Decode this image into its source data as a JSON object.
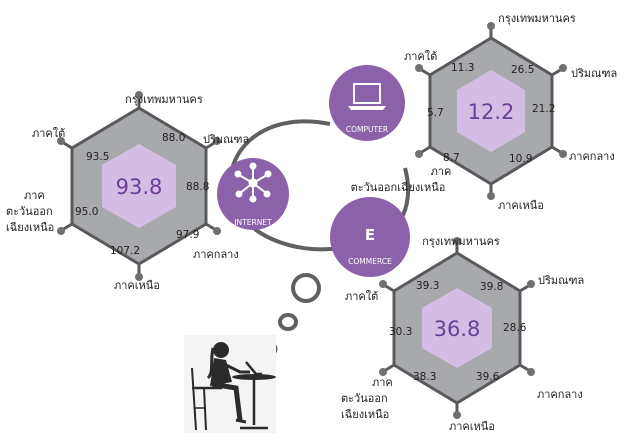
{
  "colors": {
    "hex_fill": "#a7a9ac",
    "hex_stroke": "#58595b",
    "inner_fill": "#d3bde4",
    "accent_text": "#6a3f96",
    "node_fill": "#8b62a9",
    "cloud_stroke": "#5f6062",
    "dot": "#707070"
  },
  "nodes": {
    "internet": "INTERNET",
    "computer": "COMPUTER",
    "commerce_letter": "E",
    "commerce": "COMMERCE"
  },
  "hex_internet": {
    "overall": "93.8",
    "labels": {
      "bangkok": "กรุงเทพมหานคร",
      "central_vicinity": "ปริมณฑล",
      "central": "ภาคกลาง",
      "north": "ภาคเหนือ",
      "northeast": [
        "ภาค",
        "ตะวันออก",
        "เฉียงเหนือ"
      ],
      "south": "ภาคใต้"
    },
    "values": {
      "bangkok": "88.0",
      "central_vicinity": "88.8",
      "central": "97.9",
      "north": "107.2",
      "northeast": "95.0",
      "south": "93.5"
    }
  },
  "hex_computer": {
    "overall": "12.2",
    "labels": {
      "bangkok": "กรุงเทพมหานคร",
      "central_vicinity": "ปริมณฑล",
      "central": "ภาคกลาง",
      "north": "ภาคเหนือ",
      "northeast": [
        "ภาค",
        "ตะวันออกเฉียงเหนือ"
      ],
      "south": "ภาคใต้"
    },
    "values": {
      "bangkok": "11.3",
      "central_vicinity": "26.5",
      "central": "21.2",
      "north": "10.9",
      "northeast": "8.7",
      "south": "5.7"
    }
  },
  "hex_commerce": {
    "overall": "36.8",
    "labels": {
      "bangkok": "กรุงเทพมหานคร",
      "central_vicinity": "ปริมณฑล",
      "central": "ภาคกลาง",
      "north": "ภาคเหนือ",
      "northeast": [
        "ภาค",
        "ตะวันออก",
        "เฉียงเหนือ"
      ],
      "south": "ภาคใต้"
    },
    "values": {
      "bangkok": "39.3",
      "central_vicinity": "39.8",
      "central": "28.6",
      "north": "39.6",
      "northeast": "38.3",
      "south": "30.3"
    }
  }
}
